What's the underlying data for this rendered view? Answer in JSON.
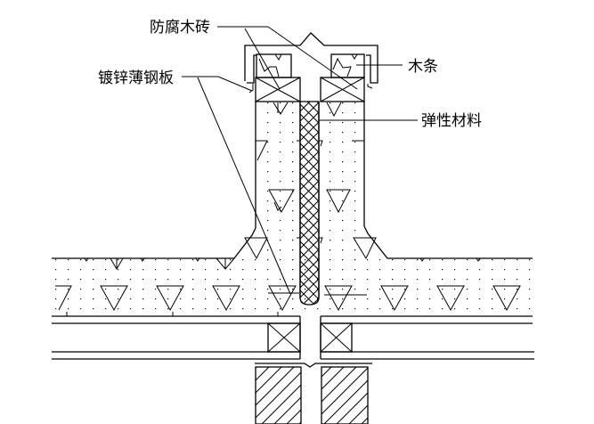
{
  "drawing": {
    "type": "construction-detail",
    "subject": "expansion joint (wall/floor) section",
    "colors": {
      "line": "#000000",
      "background": "#ffffff"
    }
  },
  "labels": {
    "anticorrosion_wood_block": "防腐木砖",
    "galvanized_steel_sheet": "镀锌薄钢板",
    "wood_strip": "木条",
    "elastic_material": "弹性材料"
  },
  "materials": {
    "concrete": "dotted-with-triangles",
    "elastic_filler": "crosshatch",
    "masonry_pier": "diagonal-hatch",
    "wood_block": "box-with-x"
  }
}
